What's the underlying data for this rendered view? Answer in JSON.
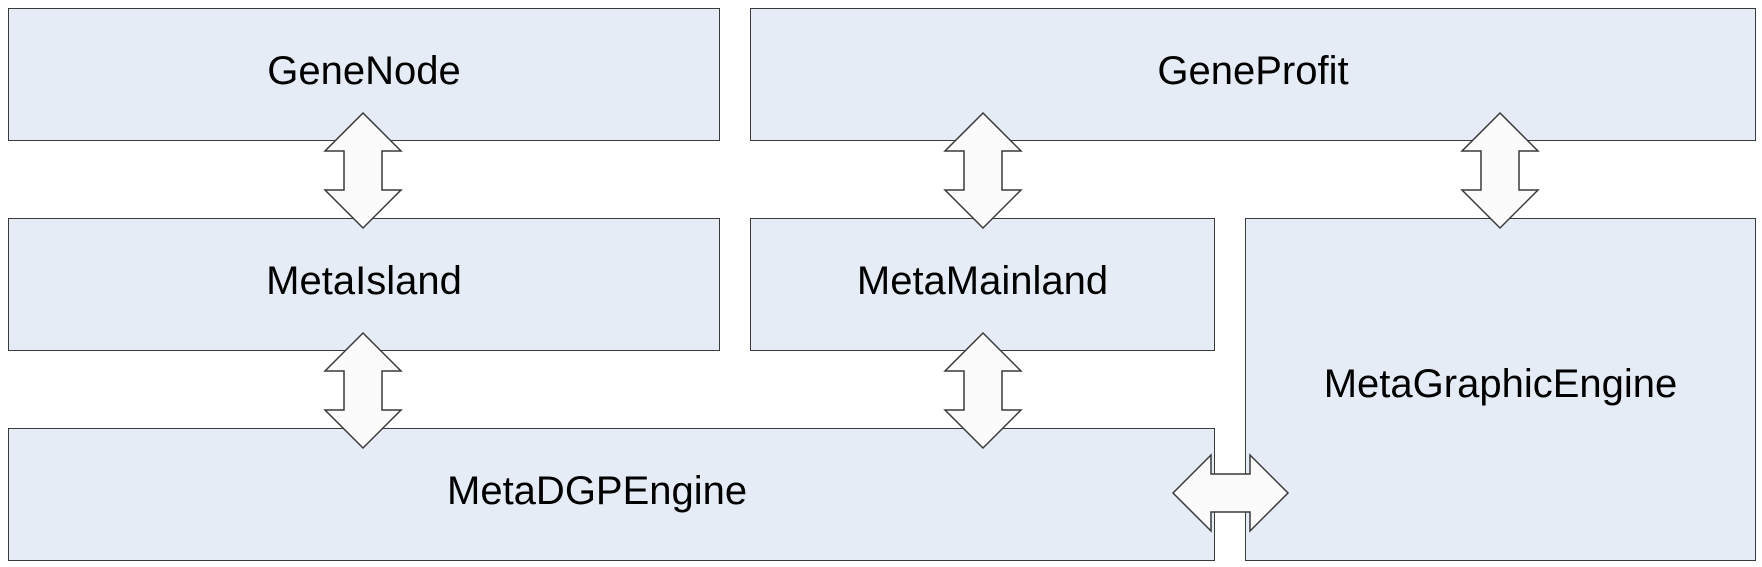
{
  "diagram": {
    "nodes": {
      "genenode": "GeneNode",
      "geneprofit": "GeneProfit",
      "metaisland": "MetaIsland",
      "metamainland": "MetaMainland",
      "metagraphicengine": "MetaGraphicEngine",
      "metadgpengine": "MetaDGPEngine"
    },
    "connections": [
      {
        "from": "GeneNode",
        "to": "MetaIsland",
        "direction": "bidirectional"
      },
      {
        "from": "GeneProfit",
        "to": "MetaMainland",
        "direction": "bidirectional"
      },
      {
        "from": "GeneProfit",
        "to": "MetaGraphicEngine",
        "direction": "bidirectional"
      },
      {
        "from": "MetaIsland",
        "to": "MetaDGPEngine",
        "direction": "bidirectional"
      },
      {
        "from": "MetaMainland",
        "to": "MetaDGPEngine",
        "direction": "bidirectional"
      },
      {
        "from": "MetaDGPEngine",
        "to": "MetaGraphicEngine",
        "direction": "bidirectional"
      }
    ],
    "colors": {
      "box_fill": "#e6ecf6",
      "box_border": "#3a3a3a",
      "arrow_fill": "#fbfbfb"
    }
  }
}
